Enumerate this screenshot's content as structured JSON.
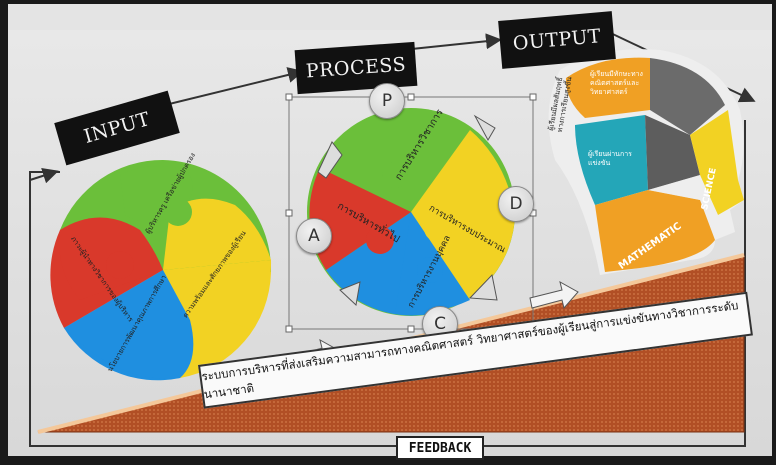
{
  "labels": {
    "input": "INPUT",
    "process": "PROCESS",
    "output": "OUTPUT",
    "feedback": "FEEDBACK"
  },
  "caption": "ระบบการบริหารที่ส่งเสริมความสามารถทางคณิตศาสตร์ วิทยาศาสตร์ของผู้เรียนสู่การแข่งขันทางวิชาการระดับนานาชาติ",
  "pdca": {
    "p": "P",
    "d": "D",
    "c": "C",
    "a": "A"
  },
  "input_puzzle": {
    "green": "ผู้บริหารครู เครือข่ายผู้ปกครอง",
    "yellow": "ความพร้อมและศักยภาพของผู้เรียน",
    "red": "ภาวะผู้นำทางวิชาการของผู้บริหาร",
    "blue": "นโยบายการพัฒนาคุณภาพการศึกษา"
  },
  "process_puzzle": {
    "green": "การบริหารวิชาการ",
    "yellow": "การบริหารงบประมาณ",
    "red": "การบริหารทั่วไป",
    "blue": "การบริหารงานบุคคล"
  },
  "output_head": {
    "orange_top": "ผู้เรียนมีทักษะทางคณิตศาสตร์และวิทยาศาสตร์",
    "teal": "ผู้เรียนมีผลสัมฤทธิ์ทางการเรียนสูงขึ้น",
    "gray_left": "ผู้เรียนผ่านการแข่งขัน",
    "mathematic": "MATHEMATIC",
    "science": "SCIENCE"
  },
  "colors": {
    "green": "#6bbf3a",
    "yellow": "#f2d223",
    "red": "#d9392b",
    "blue": "#1f8fe0",
    "ramp": "#b4532a",
    "orange": "#f0a024",
    "teal": "#24a6b8"
  }
}
